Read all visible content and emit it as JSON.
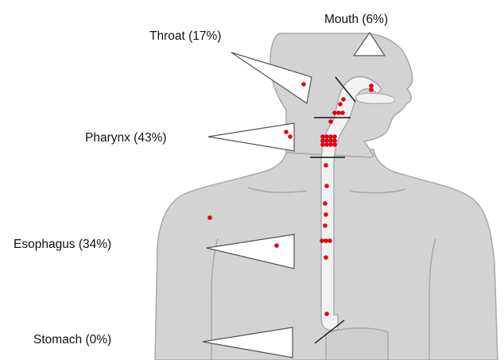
{
  "labels": {
    "mouth": "Mouth (6%)",
    "throat": "Throat (17%)",
    "pharynx": "Pharynx (43%)",
    "esophagus": "Esophagus (34%)",
    "stomach": "Stomach (0%)"
  },
  "colors": {
    "body_fill": "#d3d3d3",
    "body_outline": "#a9a9a9",
    "tube_fill": "#f2f2f2",
    "marker": "#e8000d",
    "boundary_line": "#111111",
    "pointer_fill": "#ffffff",
    "pointer_stroke": "#555555"
  }
}
